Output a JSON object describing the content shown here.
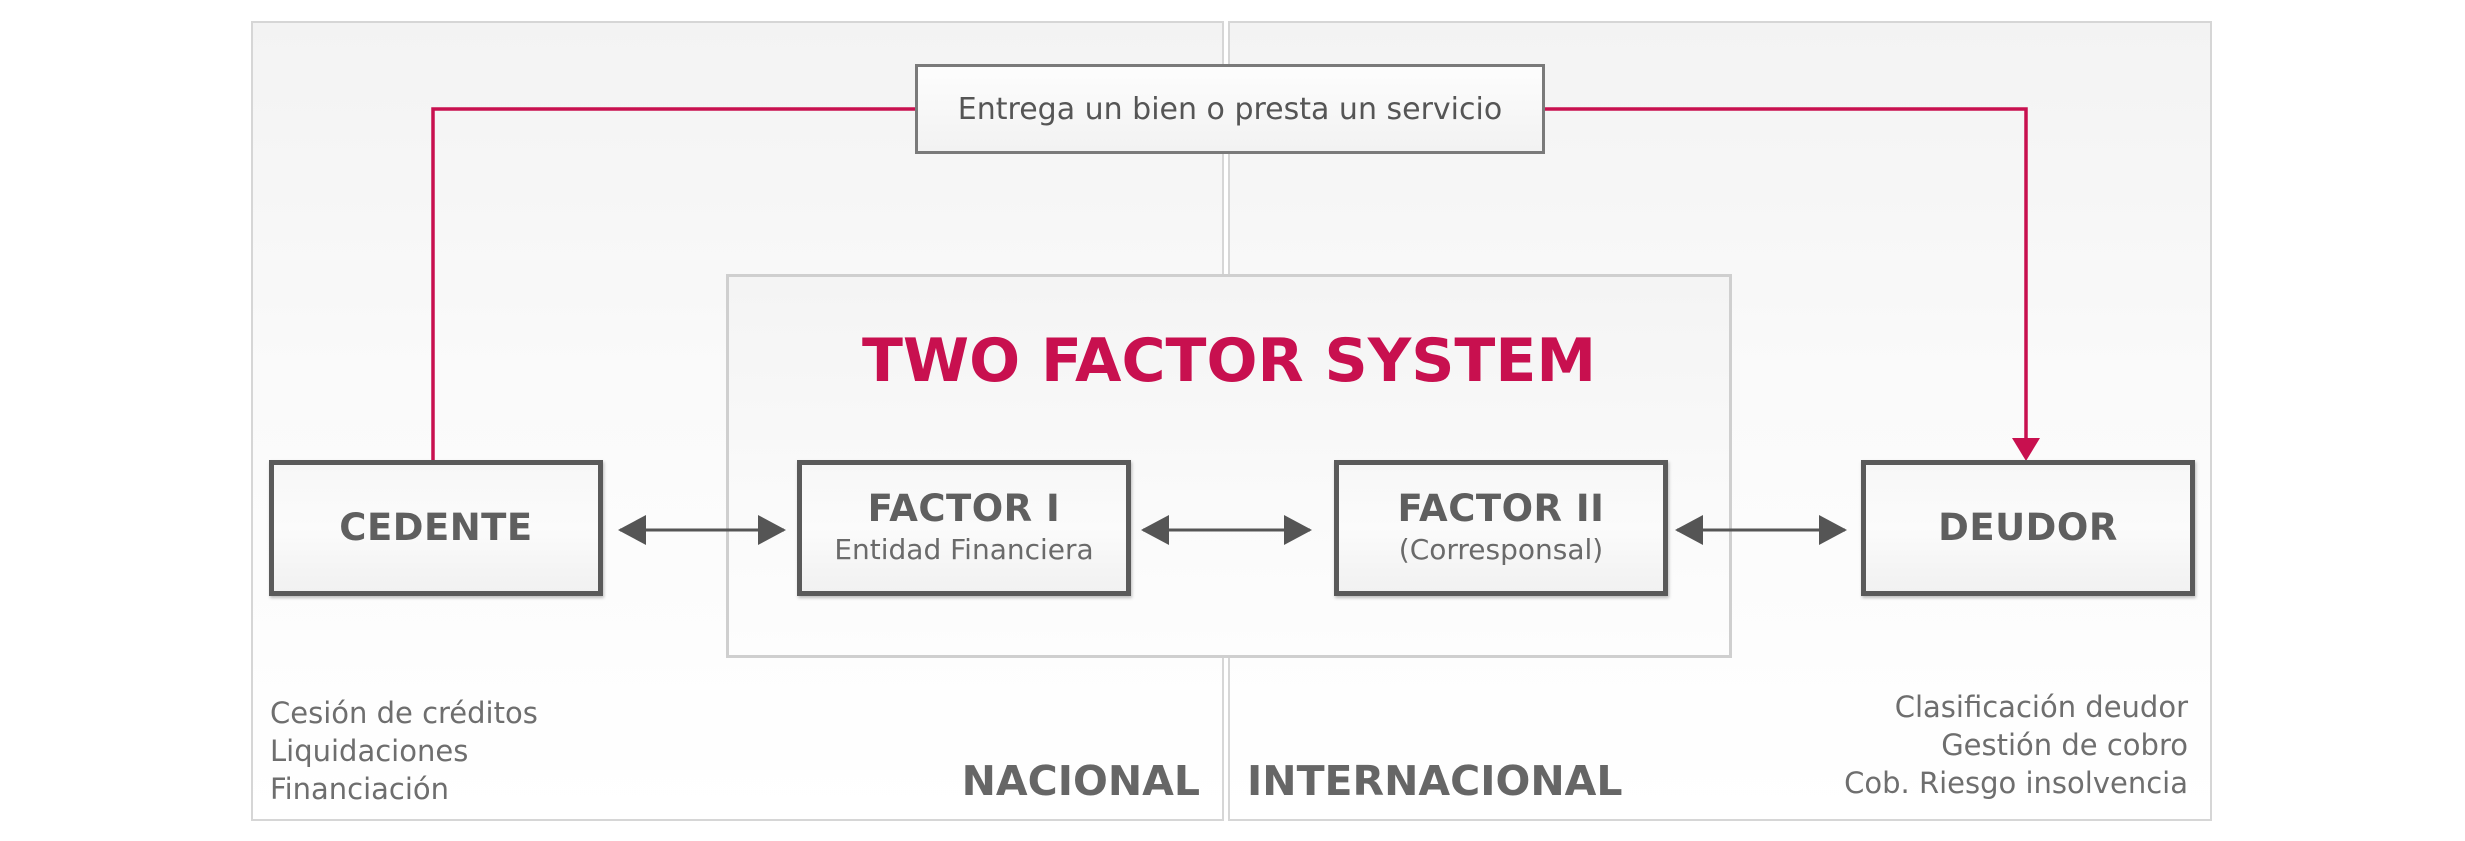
{
  "top_label": "Entrega un bien o presta un servicio",
  "system_title": "TWO FACTOR SYSTEM",
  "nodes": {
    "cedente": {
      "title": "CEDENTE"
    },
    "factor1": {
      "title": "FACTOR I",
      "subtitle": "Entidad Financiera"
    },
    "factor2": {
      "title": "FACTOR II",
      "subtitle": "(Corresponsal)"
    },
    "deudor": {
      "title": "DEUDOR"
    }
  },
  "notes": {
    "left": [
      "Cesión de créditos",
      "Liquidaciones",
      "Financiación"
    ],
    "right": [
      "Clasificación deudor",
      "Gestión de cobro",
      "Cob. Riesgo insolvencia"
    ]
  },
  "regions": {
    "nacional": "NACIONAL",
    "internacional": "INTERNACIONAL"
  },
  "colors": {
    "accent": "#c8104f",
    "arrow": "#555555",
    "border": "#5a5a5a"
  },
  "icons": {
    "bidirectional_arrow": "double-headed-arrow",
    "flow_arrow": "arrow-down"
  }
}
